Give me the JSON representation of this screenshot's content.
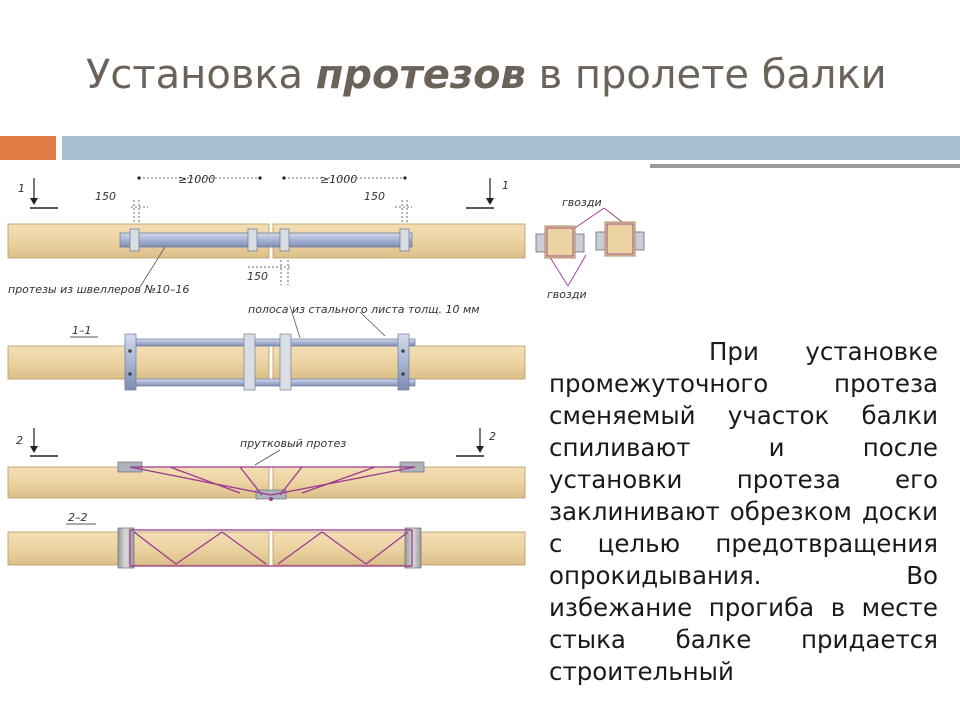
{
  "slide": {
    "title_before": "Установка ",
    "title_emph": "протезов",
    "title_after": " в пролете балки",
    "body": "При установке промежуточного протеза сменяемый участок балки спиливают и после установки протеза его заклинивают обрезком доски с целью предотвращения опрокидывания. Во избежание прогиба в месте стыка балке придается строительный"
  },
  "diagram": {
    "dim_1000_left": "≥1000",
    "dim_1000_right": "≥1000",
    "dim_150_left": "150",
    "dim_150_right": "150",
    "dim_150_center": "150",
    "section_1_left": "1",
    "section_1_right": "1",
    "label_channel_prostheses": "протезы из швеллеров №10–16",
    "label_steel_strip": "полоса из стального листа толщ. 10 мм",
    "section_label_1_1": "1–1",
    "section_2_left": "2",
    "section_2_right": "2",
    "label_rod_prosthesis": "прутковый протез",
    "section_label_2_2": "2–2",
    "label_nails_top": "гвозди",
    "label_nails_bottom": "гвозди"
  },
  "colors": {
    "title": "#6b625a",
    "band_orange": "#e07b45",
    "band_blue": "#a7bfd3",
    "wood": "#ecd3a2",
    "steel": "#a7b4d3",
    "rod": "#9b3a8f"
  }
}
